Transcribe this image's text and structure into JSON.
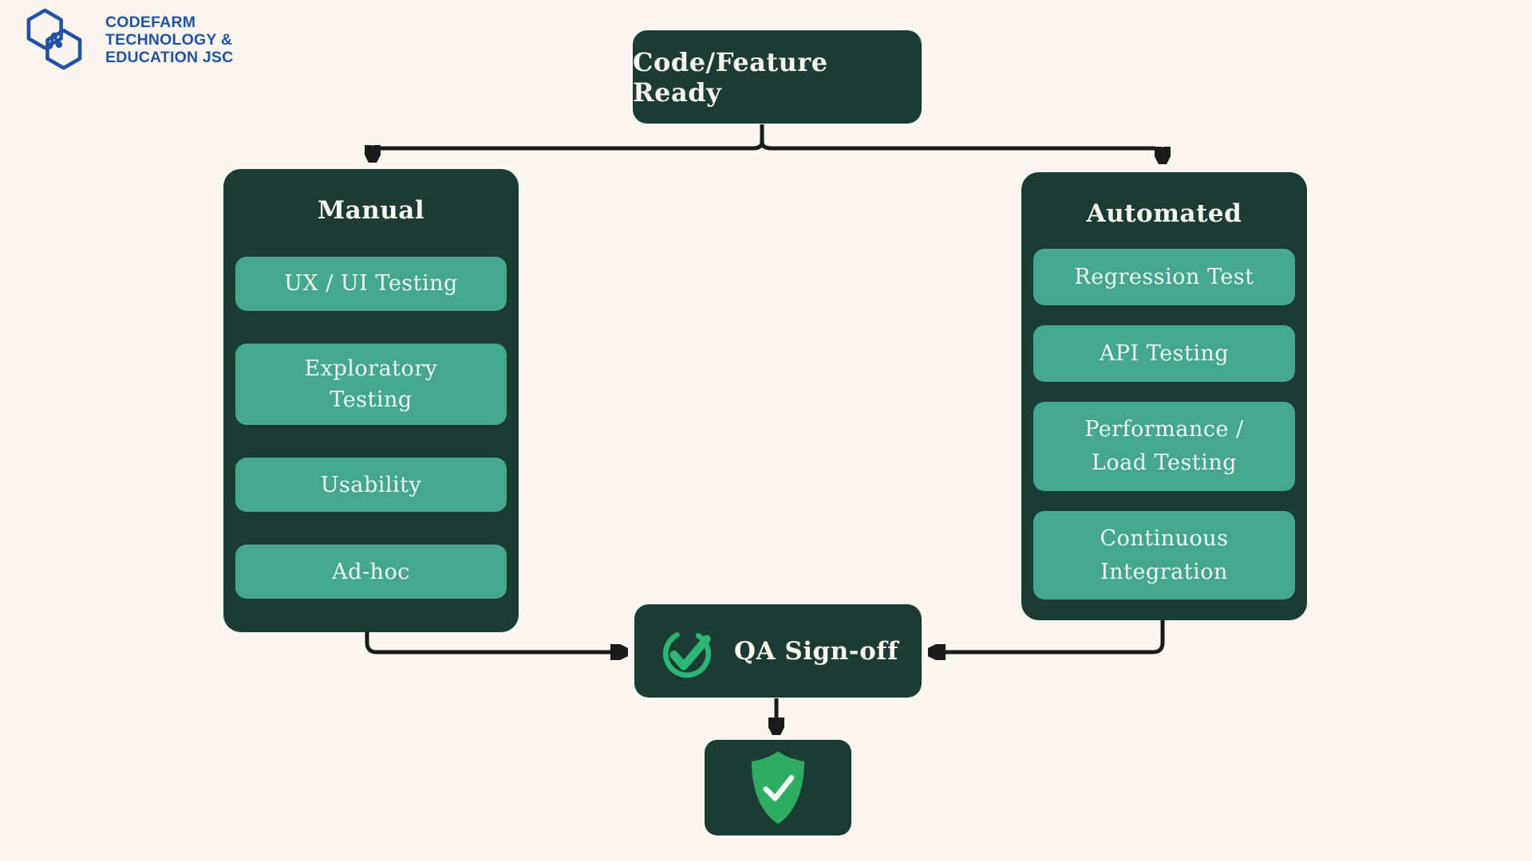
{
  "page": {
    "background_color": "#FBF7F0"
  },
  "logo": {
    "icon": "hexagons-network-icon",
    "line1": "CODEFARM",
    "line2": "TECHNOLOGY &",
    "line3": "EDUCATION JSC",
    "brand_color": "#2253A3"
  },
  "flowchart": {
    "colors": {
      "node_dark": "#1C3B32",
      "item_teal": "#45A78E",
      "connector_black": "#1A1A1A",
      "check_green": "#2BB673",
      "shield_green": "#2EAD62"
    },
    "start": {
      "label": "Code/Feature Ready"
    },
    "branches": [
      {
        "title": "Manual",
        "items": [
          "UX / UI Testing",
          "Exploratory\nTesting",
          "Usability",
          "Ad-hoc"
        ]
      },
      {
        "title": "Automated",
        "items": [
          "Regression Test",
          "API Testing",
          "Performance /\nLoad Testing",
          "Continuous\nIntegration"
        ]
      }
    ],
    "signoff": {
      "label": "QA Sign-off",
      "icon": "check-circle-icon"
    },
    "end": {
      "icon": "shield-check-icon"
    }
  }
}
